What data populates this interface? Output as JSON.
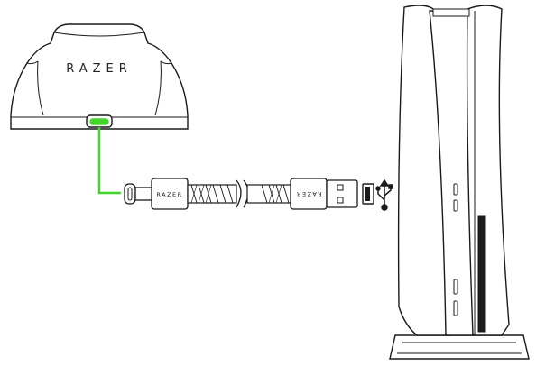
{
  "labels": {
    "dock_brand": "RAZER",
    "usb_c_plug_brand": "RAZER",
    "usb_a_plug_brand": "RAZER"
  },
  "icons": {
    "usb_symbol": "usb-icon",
    "port": "usb-a-port-icon"
  },
  "colors": {
    "cable_highlight": "#44d62c",
    "outline": "#1a1a1a",
    "background": "#ffffff"
  }
}
